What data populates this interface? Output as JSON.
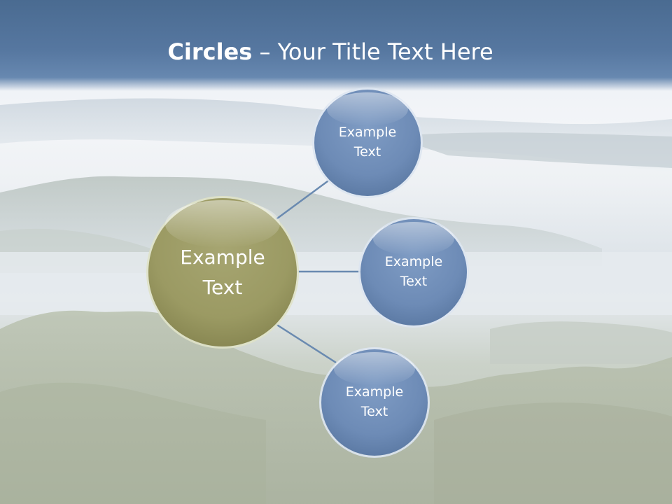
{
  "title": {
    "bold": "Circles",
    "rest": " – Your Title Text Here"
  },
  "center_node": {
    "label_line1": "Example",
    "label_line2": "Text",
    "color": "#9a9a64"
  },
  "satellites": [
    {
      "label_line1": "Example",
      "label_line2": "Text"
    },
    {
      "label_line1": "Example",
      "label_line2": "Text"
    },
    {
      "label_line1": "Example",
      "label_line2": "Text"
    }
  ],
  "colors": {
    "header": "#5677a0",
    "satellite": "#6f8db8",
    "connector": "#6a8ab0"
  }
}
